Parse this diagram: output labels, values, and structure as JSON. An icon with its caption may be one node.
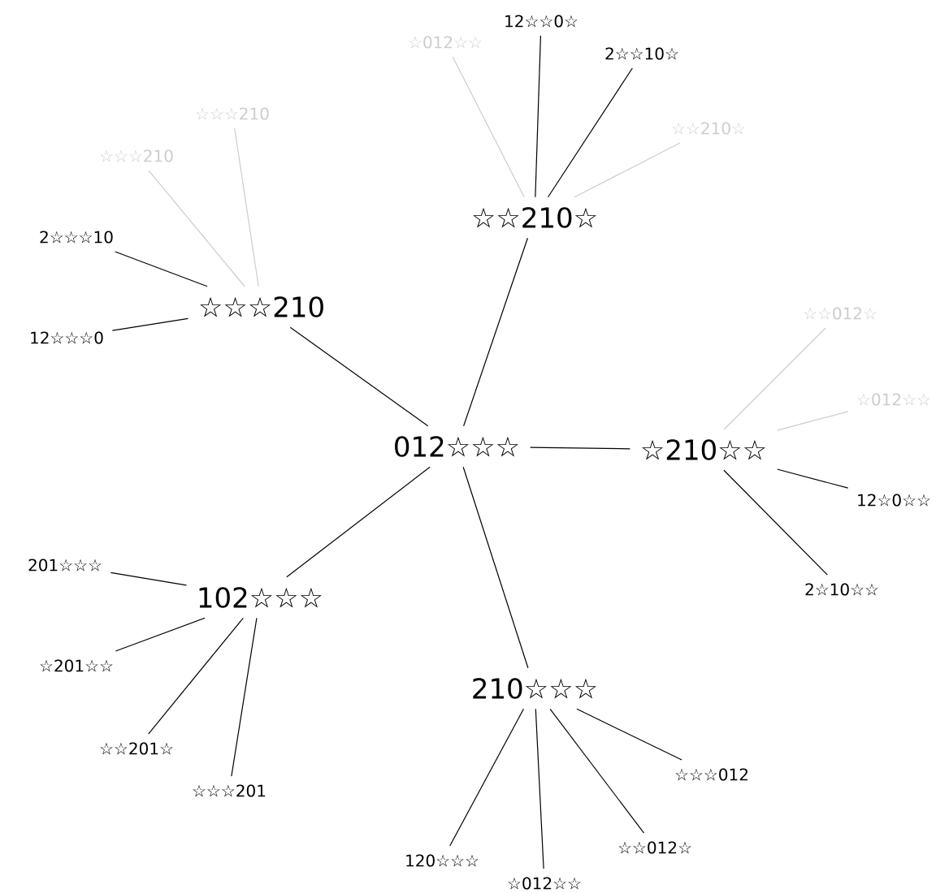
{
  "diagram": {
    "nodes": [
      {
        "text": [
          "012☆☆☆"
        ]
      },
      {
        "text": [
          "☆☆210☆"
        ]
      },
      {
        "text": [
          "☆☆☆210"
        ]
      },
      {
        "text": [
          "☆210☆☆"
        ]
      },
      {
        "text": [
          "102☆☆☆"
        ]
      },
      {
        "text": [
          "210☆☆☆"
        ]
      },
      {
        "text": [
          "☆012☆☆"
        ]
      },
      {
        "text": [
          "12☆☆0☆"
        ]
      },
      {
        "text": [
          "2☆☆10☆"
        ]
      },
      {
        "text": [
          "☆☆210☆"
        ]
      },
      {
        "text": [
          "☆☆☆210"
        ]
      },
      {
        "text": [
          "☆☆☆210"
        ]
      },
      {
        "text": [
          "2☆☆☆10"
        ]
      },
      {
        "text": [
          "12☆☆☆0"
        ]
      },
      {
        "text": [
          "☆☆012☆"
        ]
      },
      {
        "text": [
          "☆012☆☆"
        ]
      },
      {
        "text": [
          "12☆0☆☆"
        ]
      },
      {
        "text": [
          "2☆10☆☆"
        ]
      },
      {
        "text": [
          "201☆☆☆"
        ]
      },
      {
        "text": [
          "☆201☆☆"
        ]
      },
      {
        "text": [
          "☆☆201☆"
        ]
      },
      {
        "text": [
          "☆☆☆201"
        ]
      },
      {
        "text": [
          "120☆☆☆"
        ]
      },
      {
        "text": [
          "☆012☆☆"
        ]
      },
      {
        "text": [
          "☆☆012☆"
        ]
      },
      {
        "text": [
          "☆☆☆012"
        ]
      }
    ],
    "edges": [
      {
        "from": 0,
        "to": 1,
        "arrow": "none"
      },
      {
        "from": 0,
        "to": 2,
        "arrow": "none"
      },
      {
        "from": 0,
        "to": 3,
        "arrow": "none"
      },
      {
        "from": 0,
        "to": 4,
        "arrow": "none"
      },
      {
        "from": 0,
        "to": 5,
        "arrow": "none"
      },
      {
        "from": 1,
        "to": 6,
        "arrow": "none",
        "color": "#cccccc"
      },
      {
        "from": 1,
        "to": 7,
        "arrow": "none"
      },
      {
        "from": 1,
        "to": 8,
        "arrow": "none"
      },
      {
        "from": 1,
        "to": 9,
        "arrow": "none",
        "color": "#cccccc"
      },
      {
        "from": 2,
        "to": 10,
        "arrow": "none",
        "color": "#cccccc"
      },
      {
        "from": 2,
        "to": 11,
        "arrow": "none",
        "color": "#cccccc"
      },
      {
        "from": 2,
        "to": 12,
        "arrow": "none"
      },
      {
        "from": 2,
        "to": 13,
        "arrow": "none"
      },
      {
        "from": 3,
        "to": 14,
        "arrow": "none",
        "color": "#cccccc"
      },
      {
        "from": 3,
        "to": 15,
        "arrow": "none",
        "color": "#cccccc"
      },
      {
        "from": 3,
        "to": 16,
        "arrow": "none"
      },
      {
        "from": 3,
        "to": 17,
        "arrow": "none"
      },
      {
        "from": 4,
        "to": 18,
        "arrow": "none"
      },
      {
        "from": 4,
        "to": 19,
        "arrow": "none"
      },
      {
        "from": 4,
        "to": 20,
        "arrow": "none"
      },
      {
        "from": 4,
        "to": 21,
        "arrow": "none"
      },
      {
        "from": 5,
        "to": 22,
        "arrow": "none"
      },
      {
        "from": 5,
        "to": 23,
        "arrow": "none"
      },
      {
        "from": 5,
        "to": 24,
        "arrow": "none"
      },
      {
        "from": 5,
        "to": 25,
        "arrow": "none"
      }
    ]
  }
}
